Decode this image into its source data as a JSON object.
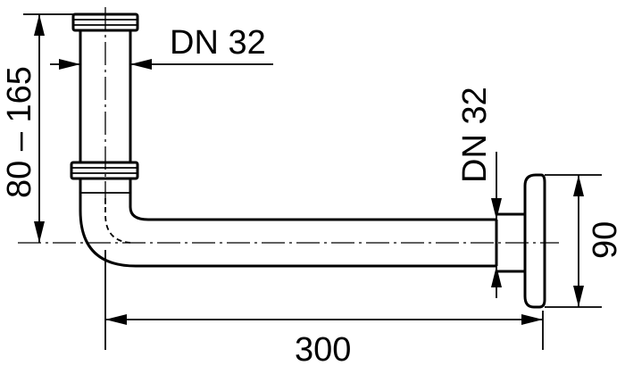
{
  "labels": {
    "pipe_diameter_top": "DN 32",
    "pipe_diameter_right": "DN 32",
    "height_range": "80 – 165",
    "horizontal_length": "300",
    "flange_height": "90"
  },
  "colors": {
    "line": "#000000",
    "background": "#ffffff"
  }
}
